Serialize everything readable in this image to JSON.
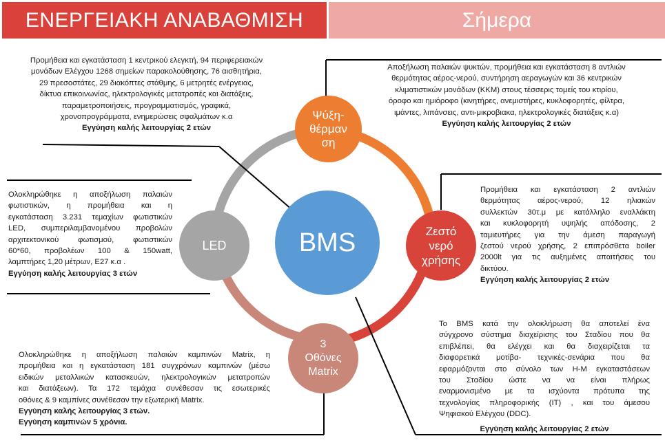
{
  "header": {
    "title": "ΕΝΕΡΓΕΙΑΚΗ ΑΝΑΒΑΘΜΙΣΗ",
    "subtitle": "Σήμερα"
  },
  "hub": {
    "label": "BMS",
    "color": "#5b9bd5"
  },
  "nodes": {
    "cooling": {
      "label": "Ψύξη-θέρμαν ση",
      "lines": [
        "Ψύξη-",
        "θέρμαν",
        "ση"
      ],
      "color": "#ed7d31"
    },
    "hot_water": {
      "label": "Ζεστό νερό χρήσης",
      "lines": [
        "Ζεστό",
        "νερό",
        "χρήσης"
      ],
      "color": "#d9443a"
    },
    "screens": {
      "label": "3 Οθόνες Matrix",
      "lines": [
        "3",
        "Οθόνες",
        "Matrix"
      ],
      "color": "#c9877a"
    },
    "led": {
      "label": "LED",
      "color": "#a5a5a5"
    }
  },
  "texts": {
    "control": {
      "lines": [
        "Προμήθεια και εγκατάσταση 1 κεντρικού ελεγκτή, 94 περιφερειακών",
        "μονάδων Ελέγχου 1268 σημείων παρακολούθησης, 76 αισθητήρια,",
        "29 πρεσοστάτες, 29 διακόπτες στάθμης, 6 μετρητές ενέργειας,",
        "δίκτυα επικοινωνίας, ηλεκτρολογικές μετατροπές και διατάξεις,",
        "παραμετροποιήσεις, προγραμματισμός, γραφικά,",
        "χρονοπρογράμματα,  ενημερώσεις σφαλμάτων κ.α"
      ],
      "warranty": "Εγγύηση καλής λειτουργίας 2 ετών"
    },
    "cooling": {
      "lines": [
        "Αποξήλωση παλαιών ψυκτών, προμήθεια και εγκατάσταση 8 αντλιών",
        "θερμότητας αέρος-νερού, συντήρηση αεραγωγών και 36 κεντρικών",
        "κλιματιστικών μονάδων (ΚΚΜ) στους τέσσερις τομείς του κτιρίου,",
        "όροφο και ημιόροφο (κινητήρες, ανεμιστήρες, κυκλοφορητές, φίλτρα,",
        "ιμάντες, λιπάνσεις, αντι-μικροβιακα, ηλεκτρολογικές διατάξεις κ.α)"
      ],
      "warranty": "Εγγύηση καλής λειτουργίας 2 ετών"
    },
    "hot_water": {
      "lines": [
        "Προμήθεια και εγκατάσταση 2 αντλιών",
        "θερμότητας αέρος-νερού, 12 ηλιακών",
        "συλλεκτών 30τ.μ με κατάλληλο εναλλάκτη",
        "και κυκλοφορητή υψηλής απόδοσης, 2",
        "ταμιευτήρες για την άμεση παραγωγή",
        "ζεστού νερού χρήσης, 2 επιπρόσθετα boiler",
        "2000lt για τις αυξημένες απαιτήσεις του",
        "δικτύου."
      ],
      "warranty": "Εγγύηση καλής λειτουργίας 2 ετών"
    },
    "led": {
      "lines": [
        "Ολοκληρώθηκε η αποξήλωση παλαιών",
        "φωτιστικών, η προμήθεια και η",
        "εγκατάσταση 3.231 τεμαχίων φωτιστικών",
        "LED, συμπεριλαμβανομένου προβολών",
        "αρχιτεκτονικού φωτισμού, φωτιστικών",
        "60*60, προβολέων 100 & 150watt,",
        "λαμπτήρες 1,20 μέτρων, E27 κ.α ."
      ],
      "warranty": "Εγγύηση καλής λειτουργίας 3 ετών"
    },
    "screens": {
      "lines": [
        "Ολοκληρώθηκε η αποξήλωση παλαιών καμπινών Matrix, η",
        "προμήθεια και η εγκατάσταση 181 συγχρόνων καμπινών (μέσω",
        "ειδικών μεταλλικών κατασκευών, ηλεκτρολογικών μετατροπών",
        "και διατάξεων). Τα 172 τεμάχια συνέθεσαν τις εσωτερικές",
        "οθόνες & 9 καμπίνες συνέθεσαν την εξωτερική Matrix."
      ],
      "warranty": "Εγγύηση καλής λειτουργίας 3 ετών.",
      "warranty2": "Εγγύηση καμπινών 5 χρόνια."
    },
    "bms": {
      "lines": [
        "Το BMS κατά την ολοκλήρωση θα αποτελεί ένα",
        "σύγχρονο σύστημα διαχείρισης του Σταδίου που θα",
        "επιβλέπει, θα ελέγχει και θα διαχειρίζεται τα",
        "διαφορετικά μοτίβα- τεχνικές-σενάρια που θα",
        "εφαρμόζονται στο σύνολο των Η-Μ εγκαταστάσεων",
        "του Σταδίου ώστε να   να είναι πλήρως",
        "εναρμονισμένο με τα ισχύοντα πρότυπα της",
        "τεχνολογίας πληροφορικής (IT) , και του άμεσου",
        "Ψηφιακού Ελέγχου (DDC)."
      ],
      "warranty": "Εγγύηση καλής λειτουργίας 2 ετών"
    }
  }
}
